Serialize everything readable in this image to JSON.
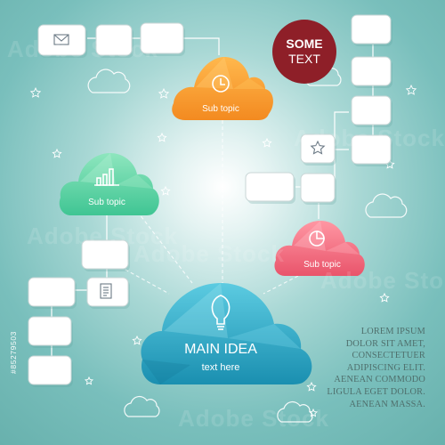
{
  "main": {
    "title": "MAIN IDEA",
    "subtitle": "text here"
  },
  "topics": [
    {
      "label": "Sub topic",
      "color": "#f7a233",
      "icon": "clock-icon"
    },
    {
      "label": "Sub topic",
      "color": "#5fd3a4",
      "icon": "bar-chart-icon"
    },
    {
      "label": "Sub topic",
      "color": "#ef6f82",
      "icon": "pie-chart-icon"
    }
  ],
  "main_color": "#2da6c2",
  "badge": {
    "line1": "SOME",
    "line2": "TEXT",
    "color": "#8e1f28"
  },
  "lorem_lines": [
    "LOREM IPSUM",
    "DOLOR SIT AMET,",
    "CONSECTETUER",
    "ADIPISCING ELIT.",
    "AENEAN COMMODO",
    "LIGULA EGET DOLOR.",
    "AENEAN MASSA."
  ],
  "stock_id": "#85279503",
  "watermark": "Adobe Stock"
}
